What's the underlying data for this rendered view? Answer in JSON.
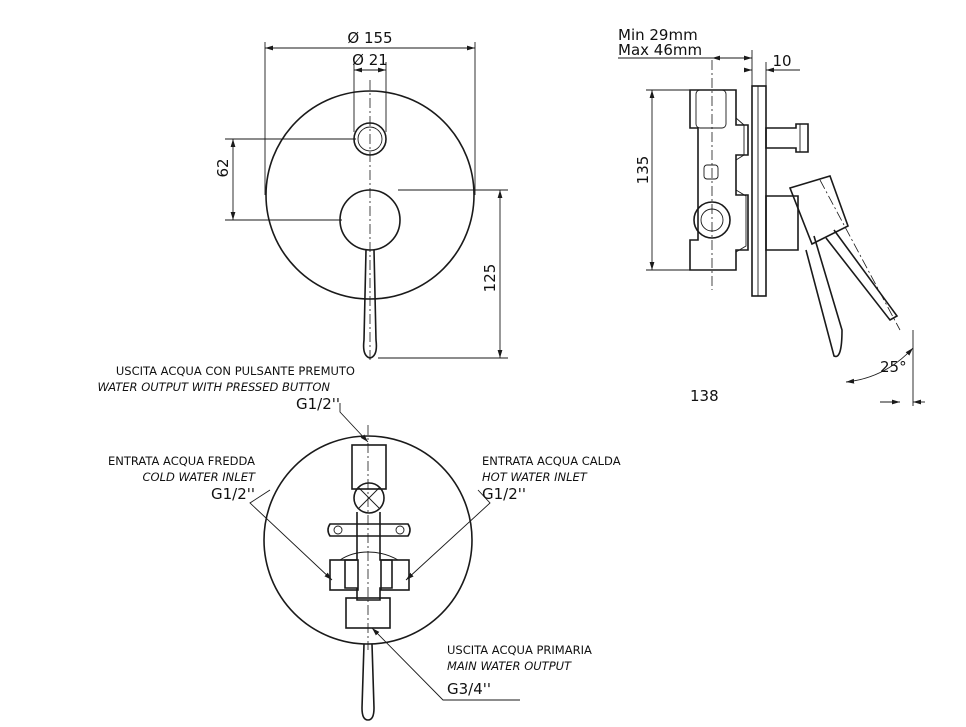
{
  "dimensions": {
    "outer_diameter": "Ø 155",
    "button_diameter": "Ø 21",
    "spacing_62": "62",
    "spacing_125": "125",
    "height_135": "135",
    "min_depth": "Min 29mm",
    "max_depth": "Max 46mm",
    "plate_10": "10",
    "angle": "25°",
    "lever_138": "138"
  },
  "labels": {
    "button_output": {
      "it": "USCITA ACQUA CON PULSANTE PREMUTO",
      "en": "WATER OUTPUT WITH PRESSED BUTTON",
      "thread": "G1/2''"
    },
    "cold_inlet": {
      "it": "ENTRATA ACQUA FREDDA",
      "en": "COLD WATER INLET",
      "thread": "G1/2''"
    },
    "hot_inlet": {
      "it": "ENTRATA ACQUA CALDA",
      "en": "HOT WATER INLET",
      "thread": "G1/2''"
    },
    "main_output": {
      "it": "USCITA ACQUA PRIMARIA",
      "en": "MAIN WATER OUTPUT",
      "thread": "G3/4''"
    }
  }
}
